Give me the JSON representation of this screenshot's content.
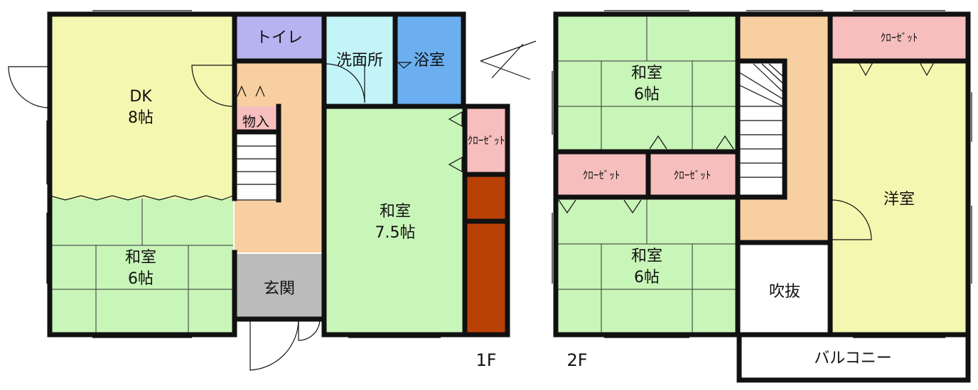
{
  "colors": {
    "dk": "#F4F7B0",
    "washitsu": "#C8F5B8",
    "corridor": "#F7CFA0",
    "toilet": "#B7B2F0",
    "senmen": "#C2F4F8",
    "bath": "#6CAFF0",
    "closet": "#F7BEBE",
    "storage_dark": "#B94105",
    "genkan": "#BBBBBB",
    "youshitsu": "#F4F7B0",
    "fukinuke": "#FFFFFF",
    "balcony": "#FFFFFF"
  },
  "floor1": {
    "floor_label": "1F",
    "dk": {
      "name": "DK",
      "size": "8帖"
    },
    "toilet": "トイレ",
    "senmen": "洗面所",
    "bath": "浴室",
    "storage": "物入",
    "closet": "ｸﾛｰｾﾞｯﾄ",
    "washitsu_large": {
      "name": "和室",
      "size": "7.5帖"
    },
    "washitsu_small": {
      "name": "和室",
      "size": "6帖"
    },
    "genkan": "玄関"
  },
  "floor2": {
    "floor_label": "2F",
    "washitsu_top": {
      "name": "和室",
      "size": "6帖"
    },
    "washitsu_bottom": {
      "name": "和室",
      "size": "6帖"
    },
    "closet_left": "ｸﾛｰｾﾞｯﾄ",
    "closet_mid": "ｸﾛｰｾﾞｯﾄ",
    "closet_top": "ｸﾛｰｾﾞｯﾄ",
    "youshitsu": "洋室",
    "fukinuke": "吹抜",
    "balcony": "バルコニー"
  },
  "compass_icon": "north-arrow-icon"
}
